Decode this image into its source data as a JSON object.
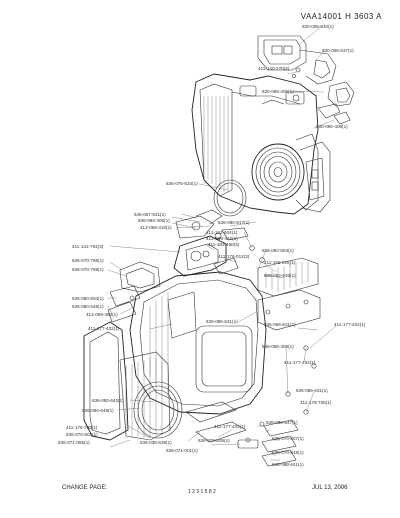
{
  "header": {
    "model": "VAA14001 H 3603 A"
  },
  "labels": [
    {
      "key": "l1",
      "text": "630-005-640(1)"
    },
    {
      "key": "l2",
      "text": "630-006-637(1)"
    },
    {
      "key": "l3",
      "text": "411-140-270(4)"
    },
    {
      "key": "l4",
      "text": "630-096-405(1)"
    },
    {
      "key": "l5",
      "text": "630-096-406(1)"
    },
    {
      "key": "l6",
      "text": "636-075-634(1)"
    },
    {
      "key": "l7",
      "text": "645-057-631(1)"
    },
    {
      "key": "l8",
      "text": "636-094-406(1)"
    },
    {
      "key": "l9",
      "text": "412-058-410(1)"
    },
    {
      "key": "l10",
      "text": "636-080-817(1)"
    },
    {
      "key": "l11",
      "text": "411-162-604(1)"
    },
    {
      "key": "l12",
      "text": "412-069-410(1)"
    },
    {
      "key": "l13",
      "text": "411-142-704(3)"
    },
    {
      "key": "l14",
      "text": "411-183-460(4)"
    },
    {
      "key": "l15",
      "text": "636-070-758(1)"
    },
    {
      "key": "l16",
      "text": "636-070-758(1)"
    },
    {
      "key": "l17",
      "text": "411-176-012(3)"
    },
    {
      "key": "l18",
      "text": "636-092-563(1)"
    },
    {
      "key": "l19",
      "text": "411-158-016(1)"
    },
    {
      "key": "l20",
      "text": "636-052-646(1)"
    },
    {
      "key": "l21",
      "text": "636-080-604(1)"
    },
    {
      "key": "l22",
      "text": "636-080-648(1)"
    },
    {
      "key": "l23",
      "text": "412-069-460(1)"
    },
    {
      "key": "l24",
      "text": "411-177-402(1)"
    },
    {
      "key": "l25",
      "text": "636-086-631(1)"
    },
    {
      "key": "l26",
      "text": "411-177-402(1)"
    },
    {
      "key": "l27",
      "text": "636-066-631(1)"
    },
    {
      "key": "l28",
      "text": "636-066-406(1)"
    },
    {
      "key": "l29",
      "text": "411-177-402(1)"
    },
    {
      "key": "l30",
      "text": "636-086-631(1)"
    },
    {
      "key": "l31",
      "text": "411-178-705(1)"
    },
    {
      "key": "l32",
      "text": "636-080-642(1)"
    },
    {
      "key": "l33",
      "text": "636-080-648(1)"
    },
    {
      "key": "l34",
      "text": "636-086-647(1)"
    },
    {
      "key": "l35",
      "text": "411-177-402(1)"
    },
    {
      "key": "l36",
      "text": "636-038-639(1)"
    },
    {
      "key": "l37",
      "text": "636-071-001(1)"
    },
    {
      "key": "l38",
      "text": "411-176-705(1)"
    },
    {
      "key": "l39",
      "text": "636-070-603(1)"
    },
    {
      "key": "l40",
      "text": "636-071-065(1)"
    },
    {
      "key": "l41",
      "text": "636-070-605(1)"
    },
    {
      "key": "l42",
      "text": "636-070-807(1)"
    },
    {
      "key": "l43",
      "text": "636-070-819(1)"
    },
    {
      "key": "l44",
      "text": "636-080-641(1)"
    }
  ],
  "footer": {
    "left": "CHANGE PAGE:",
    "mid": "1 2 3 1 5 8 2",
    "right": "JUL 13, 2006"
  }
}
